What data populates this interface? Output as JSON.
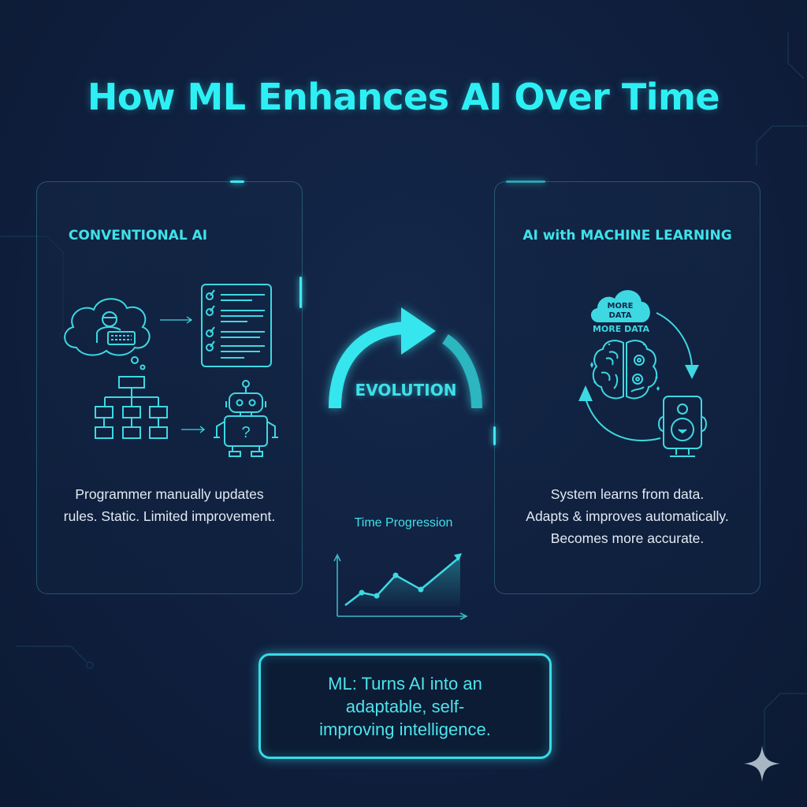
{
  "title": "How ML Enhances AI Over Time",
  "colors": {
    "accent": "#2ef0f4",
    "icon_stroke": "#3ed8e2",
    "background": "#102040",
    "body_text": "#e2eaf2"
  },
  "left_panel": {
    "heading": "CONVENTIONAL AI",
    "icons": [
      "programmer-thought-cloud-icon",
      "arrow-right-icon",
      "checklist-rules-icon",
      "flowchart-tree-icon",
      "arrow-right-icon",
      "confused-robot-icon"
    ],
    "description": [
      "Programmer manually updates",
      "rules. Static. Limited improvement."
    ]
  },
  "center": {
    "evolution_label": "EVOLUTION",
    "evolution_icon": "curved-arrow-icon",
    "time_progression_label": "Time Progression",
    "time_chart_icon": "rising-line-chart-icon"
  },
  "right_panel": {
    "heading": "AI with MACHINE LEARNING",
    "cloud_label_line1": "MORE",
    "cloud_label_line2": "DATA",
    "data_label": "MORE DATA",
    "icons": [
      "data-cloud-icon",
      "brain-gears-icon",
      "cycle-arrow-icon",
      "robot-device-icon"
    ],
    "description": [
      "System learns from data.",
      "Adapts & improves automatically.",
      "Becomes more accurate."
    ]
  },
  "summary": {
    "lines": [
      "ML: Turns AI into an",
      "adaptable, self-",
      "improving intelligence."
    ]
  },
  "chart_data": {
    "type": "line",
    "title": "Time Progression",
    "xlabel": "",
    "ylabel": "",
    "x": [
      1,
      2,
      3,
      4,
      5,
      6
    ],
    "values": [
      1,
      3,
      2.8,
      5,
      3.5,
      8
    ],
    "note": "Schematic rising trend, no axis values shown"
  }
}
